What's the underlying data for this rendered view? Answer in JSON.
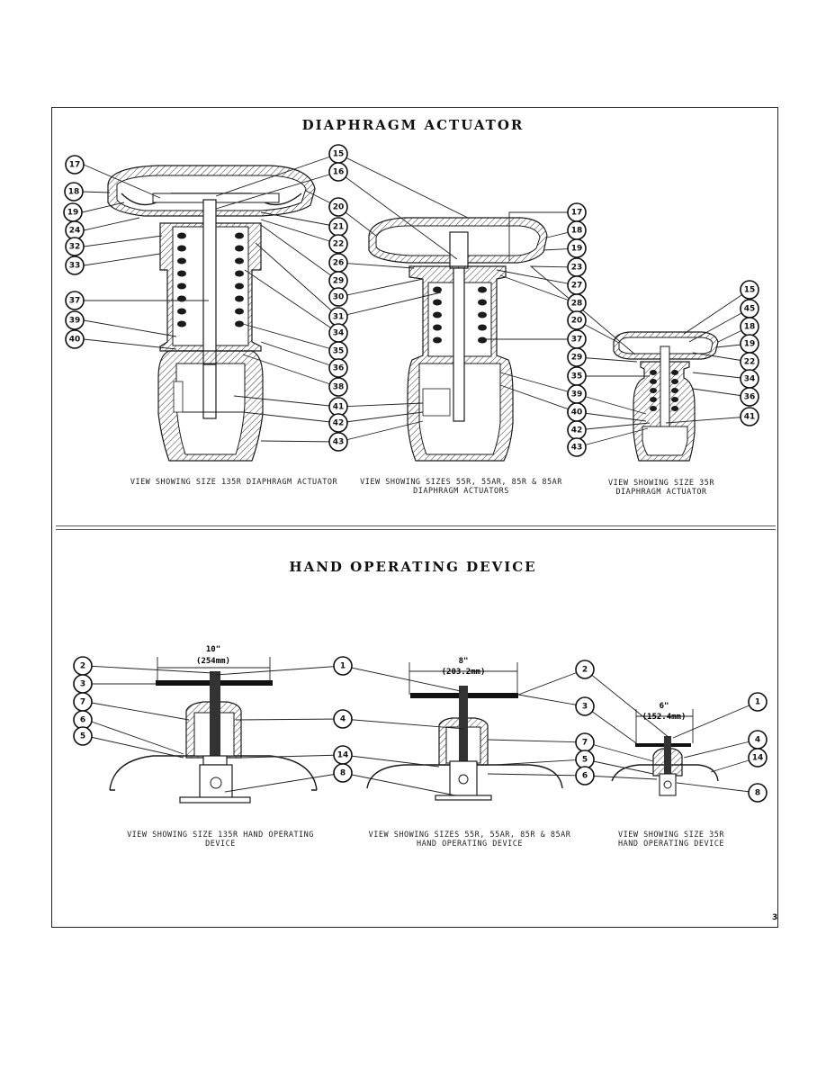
{
  "titles": {
    "top": "DIAPHRAGM ACTUATOR",
    "bottom": "HAND OPERATING DEVICE"
  },
  "captions": {
    "top_left": "VIEW SHOWING SIZE 135R DIAPHRAGM ACTUATOR",
    "top_mid_1": "VIEW SHOWING SIZES 55R, 55AR, 85R & 85AR",
    "top_mid_2": "DIAPHRAGM ACTUATORS",
    "top_right_1": "VIEW SHOWING SIZE 35R",
    "top_right_2": "DIAPHRAGM ACTUATOR",
    "bot_left_1": "VIEW SHOWING SIZE 135R HAND OPERATING",
    "bot_left_2": "DEVICE",
    "bot_mid_1": "VIEW SHOWING SIZES 55R, 55AR, 85R & 85AR",
    "bot_mid_2": "HAND OPERATING DEVICE",
    "bot_right_1": "VIEW SHOWING SIZE 35R",
    "bot_right_2": "HAND OPERATING DEVICE"
  },
  "dimensions": {
    "left_in": "10\"",
    "left_mm": "(254mm)",
    "mid_in": "8\"",
    "mid_mm": "(203.2mm)",
    "right_in": "6\"",
    "right_mm": "(152.4mm)"
  },
  "page_number": "3",
  "callouts_top_left": [
    "17",
    "18",
    "19",
    "24",
    "32",
    "33",
    "37",
    "39",
    "40",
    "15",
    "16",
    "20",
    "21",
    "22",
    "26",
    "29",
    "30",
    "31",
    "34",
    "35",
    "36",
    "38",
    "41",
    "42",
    "43"
  ],
  "callouts_top_mid": [
    "17",
    "18",
    "19",
    "23",
    "27",
    "28",
    "37",
    "39",
    "40"
  ],
  "callouts_top_right": [
    "15",
    "45",
    "20",
    "18",
    "29",
    "19",
    "22",
    "35",
    "34",
    "36",
    "39",
    "40",
    "42",
    "41",
    "43"
  ],
  "callouts_bottom_left": [
    "2",
    "3",
    "7",
    "6",
    "5"
  ],
  "callouts_bottom_mid": [
    "1",
    "4",
    "14",
    "8",
    "2",
    "3",
    "7",
    "5",
    "6"
  ],
  "callouts_bottom_right": [
    "1",
    "4",
    "14",
    "8"
  ]
}
